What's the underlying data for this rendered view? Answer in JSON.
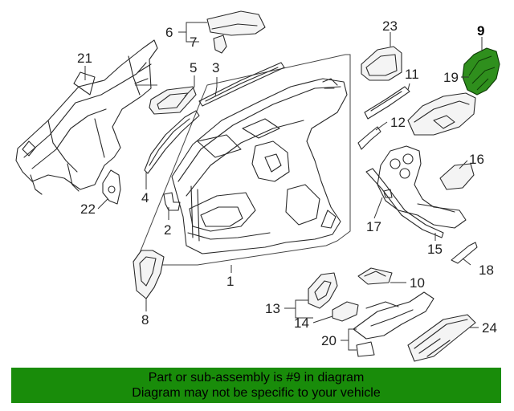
{
  "diagram": {
    "selected_callout": "9",
    "callouts": {
      "c1": "1",
      "c2": "2",
      "c3": "3",
      "c4": "4",
      "c5": "5",
      "c6": "6",
      "c7": "7",
      "c8": "8",
      "c9": "9",
      "c10": "10",
      "c11": "11",
      "c12": "12",
      "c13": "13",
      "c14": "14",
      "c15": "15",
      "c16": "16",
      "c17": "17",
      "c18": "18",
      "c19": "19",
      "c20": "20",
      "c21": "21",
      "c22": "22",
      "c23": "23",
      "c24": "24"
    },
    "highlight_color": "#2f8f1d"
  },
  "banner": {
    "line1": "Part or sub-assembly is #9 in diagram",
    "line2": "Diagram may not be specific to your vehicle",
    "background_color": "#198c0a"
  }
}
